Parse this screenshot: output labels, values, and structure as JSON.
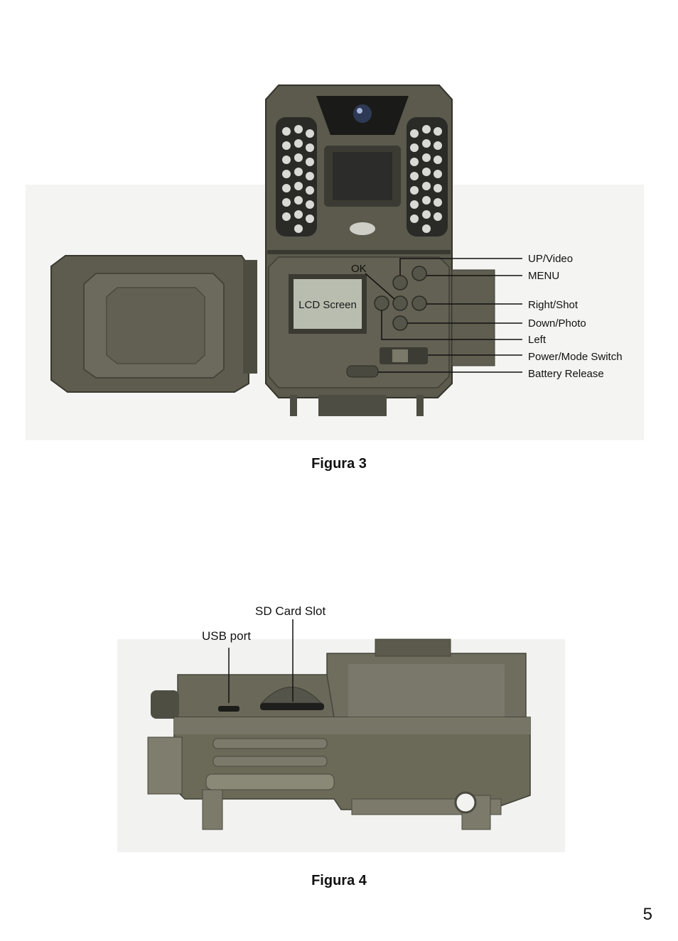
{
  "figure3": {
    "caption": "Figura 3",
    "lcd_label": "LCD Screen",
    "ok_label": "OK",
    "callouts": [
      "UP/Video",
      "MENU",
      "Right/Shot",
      "Down/Photo",
      "Left",
      "Power/Mode Switch",
      "Battery Release"
    ]
  },
  "figure4": {
    "caption": "Figura 4",
    "callouts": {
      "sd_card_slot": "SD Card Slot",
      "usb_port": "USB port"
    }
  },
  "page_number": "5",
  "colors": {
    "camera_body": "#5b5a4d",
    "camera_dark": "#3f3e35",
    "camera_light": "#7a786a",
    "lcd": "#b9bdb0"
  }
}
